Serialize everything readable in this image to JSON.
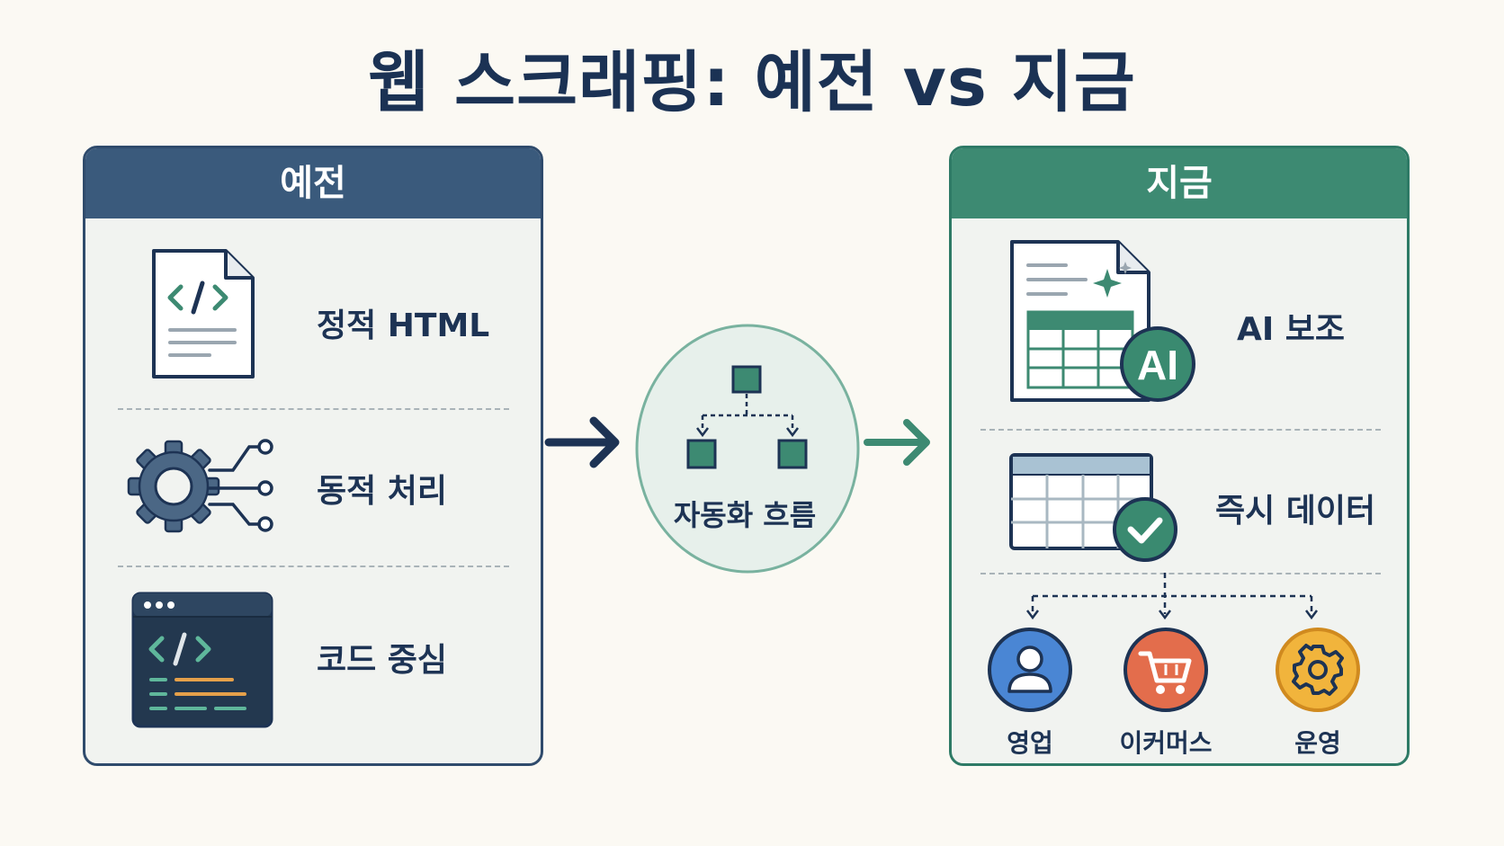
{
  "title": "웹 스크래핑: 예전 vs 지금",
  "left_panel": {
    "header": "예전",
    "items": [
      {
        "label": "정적 HTML",
        "icon": "html-document-icon"
      },
      {
        "label": "동적 처리",
        "icon": "gear-network-icon"
      },
      {
        "label": "코드 중심",
        "icon": "code-window-icon"
      }
    ]
  },
  "center": {
    "label": "자동화 흐름",
    "icon": "flowchart-icon"
  },
  "right_panel": {
    "header": "지금",
    "items": [
      {
        "label": "AI 보조",
        "icon": "ai-spreadsheet-icon",
        "badge": "AI"
      },
      {
        "label": "즉시 데이터",
        "icon": "table-check-icon"
      }
    ],
    "destinations": [
      {
        "label": "영업",
        "icon": "user-icon",
        "color": "#4a86d4"
      },
      {
        "label": "이커머스",
        "icon": "cart-icon",
        "color": "#e36d4c"
      },
      {
        "label": "운영",
        "icon": "gear-icon",
        "color": "#f1b43c"
      }
    ]
  },
  "colors": {
    "navy": "#1d3354",
    "left_header": "#3a5a7c",
    "right_header": "#3d8a72",
    "teal": "#3d8a72",
    "background": "#fbf9f3"
  }
}
